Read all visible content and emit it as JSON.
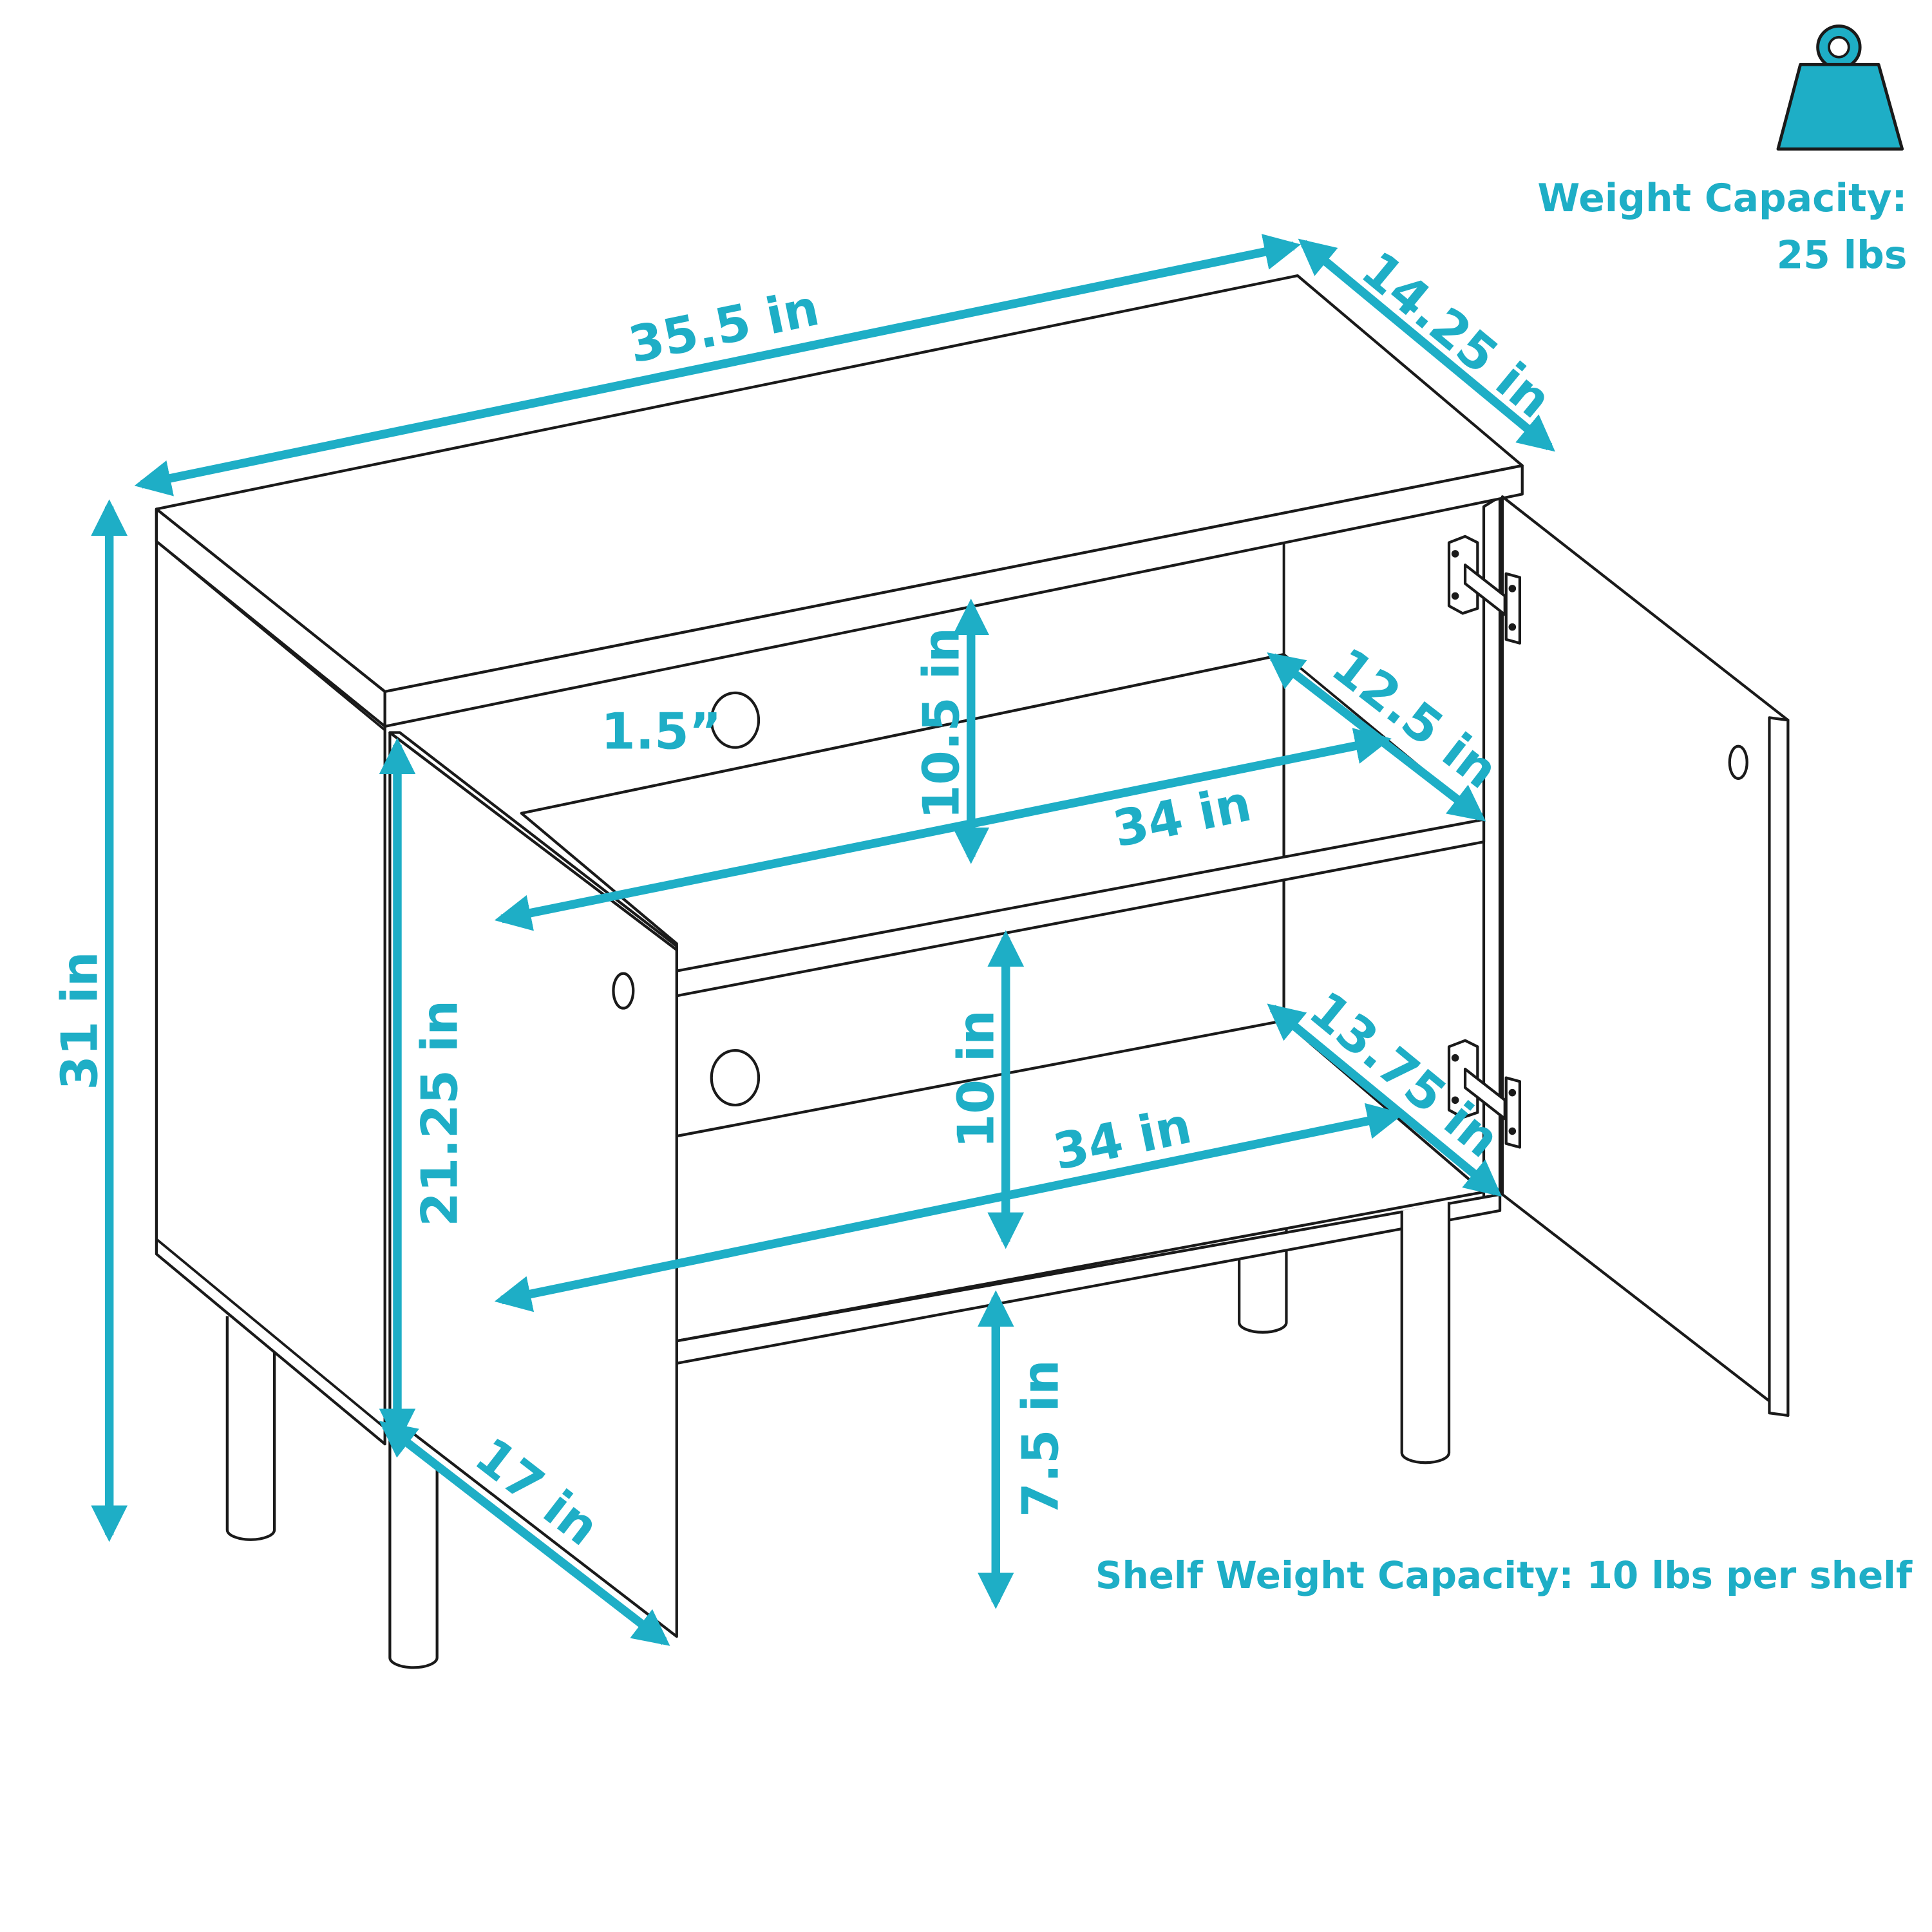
{
  "accent_color": "#1eaec6",
  "outline_color": "#1a1a1a",
  "weight_capacity": {
    "icon": "weight-icon",
    "line1": "Weight Capacity:",
    "line2": "25 lbs"
  },
  "shelf_capacity": "Shelf Weight Capacity: 10 lbs per shelf",
  "dimensions": {
    "top_width": "35.5 in",
    "top_depth": "14.25 in",
    "total_height": "31 in",
    "door_height": "21.25 in",
    "door_width": "17 in",
    "leg_height": "7.5 in",
    "upper_compartment_height": "10.5 in",
    "lower_compartment_height": "10 in",
    "upper_shelf_width": "34 in",
    "lower_shelf_width": "34 in",
    "upper_shelf_depth": "12.5 in",
    "lower_shelf_depth": "13.75 in",
    "cable_hole_diameter": "1.5”"
  }
}
